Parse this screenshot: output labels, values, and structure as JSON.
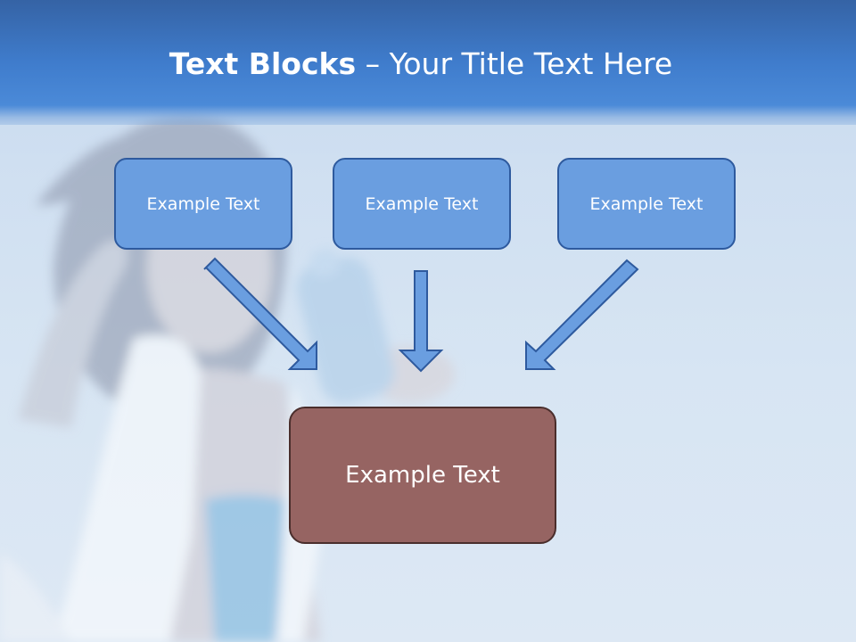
{
  "slide": {
    "title_bold": "Text Blocks",
    "title_dash": " – ",
    "title_rest": "Your Title Text Here"
  },
  "boxes": {
    "left": "Example Text",
    "center": "Example Text",
    "right": "Example Text",
    "main": "Example Text"
  },
  "colors": {
    "header": "#3f7ccc",
    "small_box_fill": "#6a9ee0",
    "small_box_border": "#2e5a9e",
    "main_box_fill": "#966462",
    "main_box_border": "#4a2e2c",
    "arrow_fill": "#6a9ee0"
  }
}
